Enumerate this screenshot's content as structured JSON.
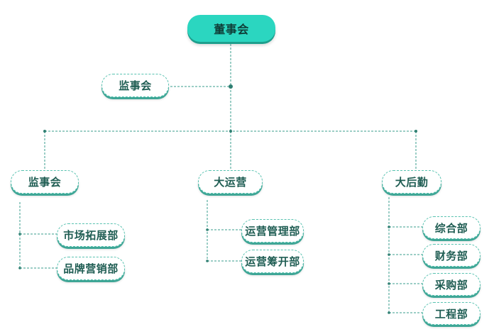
{
  "org": {
    "root": "董事会",
    "supervisor": "监事会",
    "branches": [
      {
        "label": "监事会",
        "children": [
          "市场拓展部",
          "品牌营销部"
        ]
      },
      {
        "label": "大运营",
        "children": [
          "运营管理部",
          "运营筹开部"
        ]
      },
      {
        "label": "大后勤",
        "children": [
          "综合部",
          "财务部",
          "采购部",
          "工程部"
        ]
      }
    ]
  },
  "colors": {
    "accent": "#2bd6c0",
    "line": "#3a9e8e",
    "text": "#1f5d53"
  }
}
